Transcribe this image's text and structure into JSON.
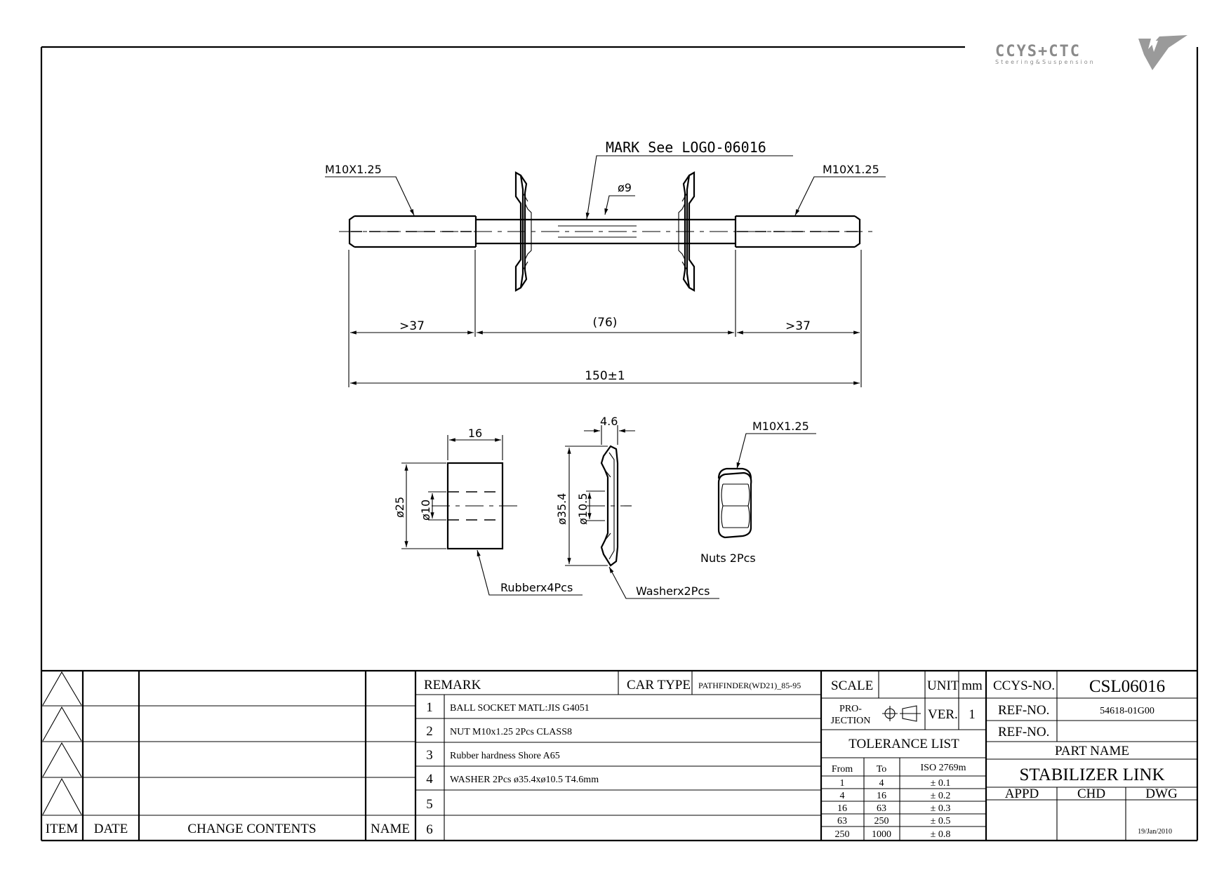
{
  "logo": {
    "brand": "CCYS+CTC",
    "tagline": "Steering&Suspension"
  },
  "drawing": {
    "mark_note": "MARK See LOGO-06016",
    "thread_left": "M10X1.25",
    "thread_right": "M10X1.25",
    "rod_dia": "ø9",
    "dim_left": ">37",
    "dim_center": "(76)",
    "dim_right": ">37",
    "dim_total": "150±1",
    "rubber_width": "16",
    "rubber_od": "ø25",
    "rubber_id": "ø10",
    "rubber_label": "Rubberx4Pcs",
    "washer_thick": "4.6",
    "washer_od": "ø35.4",
    "washer_id": "ø10.5",
    "washer_label": "Washerx2Pcs",
    "nut_thread": "M10X1.25",
    "nut_label": "Nuts 2Pcs"
  },
  "revision_table": {
    "headers": [
      "ITEM",
      "DATE",
      "CHANGE CONTENTS",
      "NAME"
    ]
  },
  "remarks": {
    "header": "REMARK",
    "car_type_label": "CAR TYPE",
    "car_type_value": "PATHFINDER(WD21)_85-95",
    "rows": [
      {
        "no": "1",
        "text": "BALL SOCKET MATL:JIS G4051"
      },
      {
        "no": "2",
        "text": "NUT M10x1.25 2Pcs CLASS8"
      },
      {
        "no": "3",
        "text": "Rubber hardness Shore A65"
      },
      {
        "no": "4",
        "text": "WASHER 2Pcs ø35.4xø10.5 T4.6mm"
      },
      {
        "no": "5",
        "text": ""
      },
      {
        "no": "6",
        "text": ""
      }
    ]
  },
  "specs": {
    "scale_label": "SCALE",
    "unit_label": "UNIT",
    "unit_value": "mm",
    "projection_label_1": "PRO-",
    "projection_label_2": "JECTION",
    "ver_label": "VER.",
    "ver_value": "1",
    "tolerance_title": "TOLERANCE LIST",
    "tol_headers": [
      "From",
      "To",
      "ISO 2769m"
    ],
    "tolerances": [
      {
        "from": "1",
        "to": "4",
        "tol": "± 0.1"
      },
      {
        "from": "4",
        "to": "16",
        "tol": "± 0.2"
      },
      {
        "from": "16",
        "to": "63",
        "tol": "± 0.3"
      },
      {
        "from": "63",
        "to": "250",
        "tol": "± 0.5"
      },
      {
        "from": "250",
        "to": "1000",
        "tol": "± 0.8"
      }
    ]
  },
  "title_block": {
    "ccys_no_label": "CCYS-NO.",
    "ccys_no": "CSL06016",
    "ref_no_label": "REF-NO.",
    "ref_no": "54618-01G00",
    "ref_no_label_2": "REF-NO.",
    "ref_no_2": "",
    "part_name_label": "PART NAME",
    "part_name": "STABILIZER LINK",
    "appd": "APPD",
    "chd": "CHD",
    "dwg": "DWG",
    "date": "19/Jan/2010"
  }
}
